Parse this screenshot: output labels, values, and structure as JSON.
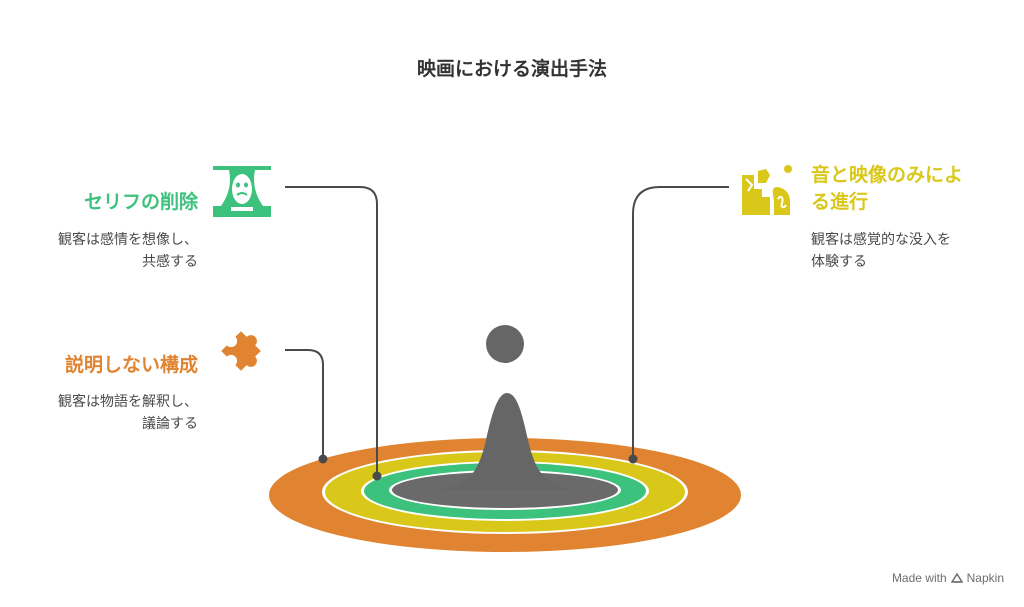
{
  "title": "映画における演出手法",
  "items": [
    {
      "label": "セリフの削除",
      "description_lines": [
        "観客は感情を想像し、",
        "共感する"
      ],
      "color": "#3cc27c",
      "icon": "theater-mask-icon"
    },
    {
      "label": "説明しない構成",
      "description_lines": [
        "観客は物語を解釈し、",
        "議論する"
      ],
      "color": "#e08432",
      "icon": "puzzle-piece-icon"
    },
    {
      "label_lines": [
        "音と映像のみによ",
        "る進行"
      ],
      "description_lines": [
        "観客は感覚的な没入を",
        "体験する"
      ],
      "color": "#d9c81a",
      "icon": "film-art-icon"
    }
  ],
  "colors": {
    "orange": "#e08432",
    "yellow": "#d9c81a",
    "green": "#3cc27c",
    "center": "#666666"
  },
  "footer": {
    "prefix": "Made with",
    "brand": "Napkin"
  }
}
